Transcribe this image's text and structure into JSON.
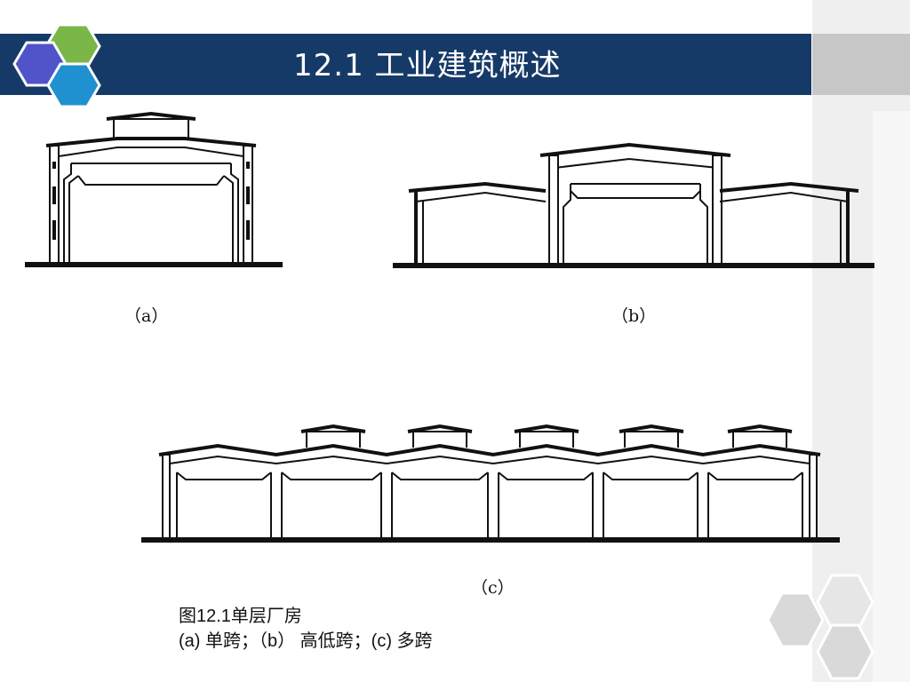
{
  "slide": {
    "title": "12.1  工业建筑概述",
    "colors": {
      "title_bar": "#163a68",
      "logo_green": "#7ab648",
      "logo_blue": "#1f90d0",
      "logo_purple": "#5054c8",
      "side_panel": "#efefef",
      "deco_hex": "#d9d9d9"
    }
  },
  "figures": {
    "a": {
      "label": "（a）"
    },
    "b": {
      "label": "（b）"
    },
    "c": {
      "label": "（c）"
    }
  },
  "caption": {
    "line1": "图12.1单层厂房",
    "line2": "(a) 单跨；（b） 高低跨；(c) 多跨"
  }
}
